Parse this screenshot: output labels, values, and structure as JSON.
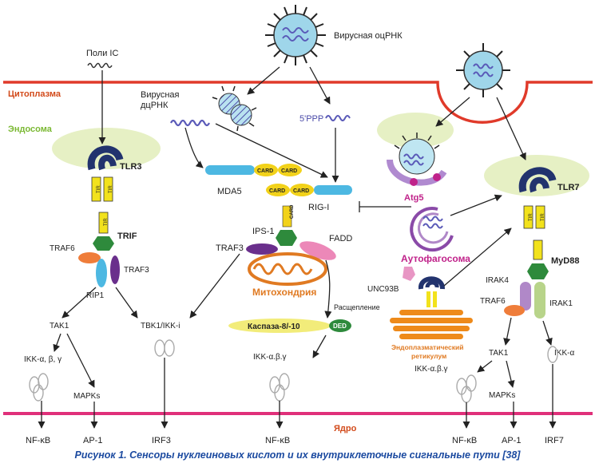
{
  "labels": {
    "virus_dsrna_top": "Вирусная оцРНК",
    "poly_ic": "Поли IC",
    "cytoplasm": "Цитоплазма",
    "endosome": "Эндосома",
    "viral_dsrna_line1": "Вирусная",
    "viral_dsrna_line2": "дцРНК",
    "ppp": "5'PPP",
    "tlr3": "TLR3",
    "tir": "TIR",
    "mda5": "MDA5",
    "card": "CARD",
    "rig_i": "RIG-I",
    "atg5": "Atg5",
    "tlr7": "TLR7",
    "trif": "TRIF",
    "traf6": "TRAF6",
    "traf3": "TRAF3",
    "rip1": "RIP1",
    "ips1": "IPS-1",
    "fadd": "FADD",
    "mitochondria": "Митохондрия",
    "autophagosome": "Аутофагосома",
    "unc93b": "UNC93B",
    "myd88": "MyD88",
    "irak4": "IRAK4",
    "irak1": "IRAK1",
    "tak1": "TAK1",
    "tbk1": "TBK1/IKK-i",
    "cleavage": "Расщепление",
    "caspase": "Каспаза-8/-10",
    "ded": "DED",
    "er_line1": "Эндоплазматический",
    "er_line2": "ретикулум",
    "ikk_abg": "IKK-α, β, γ",
    "ikk_abg_dot": "IKK-α.β.γ",
    "ikk_a": "IKK-α",
    "mapks": "MAPKs",
    "nucleus": "Ядро",
    "nfkb": "NF-κB",
    "ap1": "AP-1",
    "irf3": "IRF3",
    "irf7": "IRF7"
  },
  "caption": "Рисунок 1. Сенсоры нуклеиновых кислот и их внутриклеточные сигнальные пути [38]",
  "colors": {
    "membrane": "#e03a2a",
    "cytoplasm_label": "#d24a1a",
    "endosome_fill": "#e6f0c4",
    "receptor": "#22336e",
    "tir": "#f2e21c",
    "green": "#2e8a3c",
    "card": "#f2d21a",
    "mda5": "#4db8e2",
    "traf6": "#ef7d3a",
    "traf3": "#6a2f8c",
    "fadd": "#ec88b8",
    "mito": "#e07a22",
    "autophagosome": "#8a4aa8",
    "atg5": "#c0228a",
    "er": "#ee8a1a",
    "irak": "#b088c8",
    "virus": "#9fd6ea",
    "rna_blue": "#5a5ab8",
    "caption": "#1b4aa0"
  }
}
